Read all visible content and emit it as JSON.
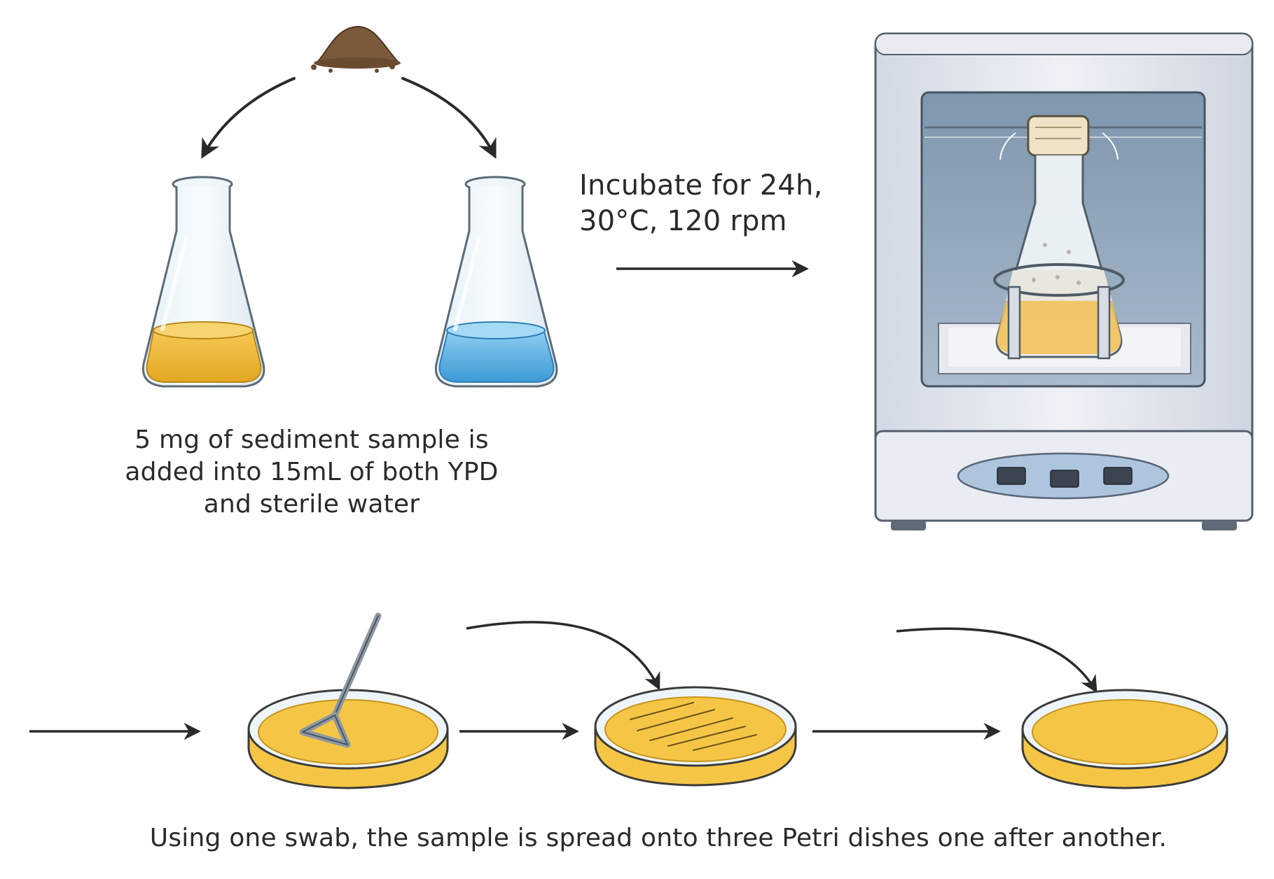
{
  "captions": {
    "sample": [
      "5 mg of sediment sample is",
      "added into 15mL of both YPD",
      "and sterile water"
    ],
    "incubate": [
      "Incubate for 24h,",
      "30°C, 120 rpm"
    ],
    "spread": "Using one swab, the sample is spread onto three Petri dishes one after another."
  },
  "colors": {
    "ypd_medium": "#f0b83a",
    "sterile_water": "#5fb4e8",
    "sediment": "#7b5a3c",
    "agar": "#f5c646",
    "incubator_body": "#dfe4ee",
    "ink": "#2a2a2a"
  }
}
